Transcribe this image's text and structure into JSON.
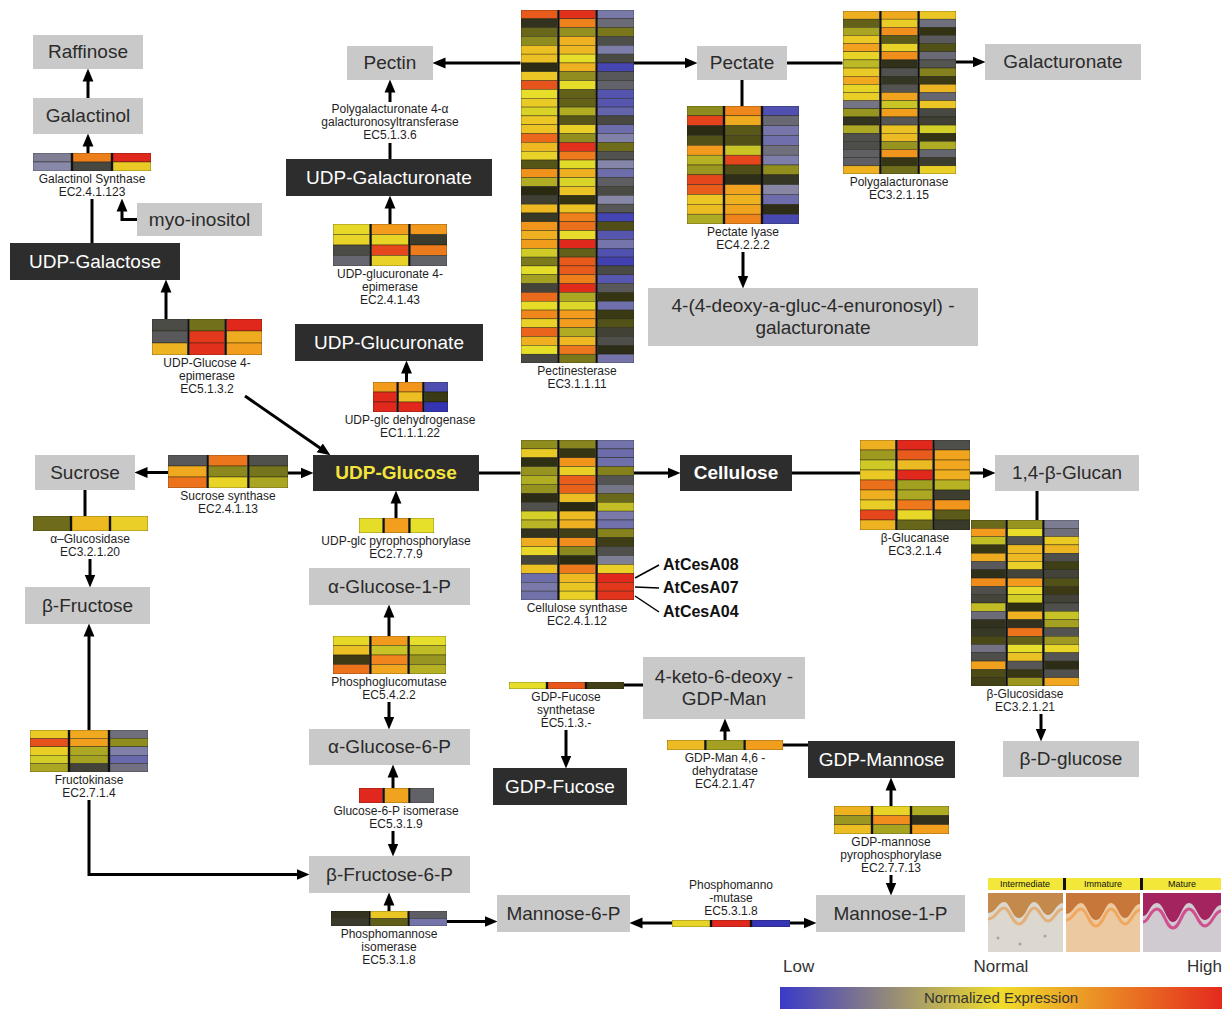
{
  "diagram": {
    "nodes": [
      {
        "text": [
          "Raffinose"
        ]
      },
      {
        "text": [
          "Galactinol"
        ]
      },
      {
        "text": [
          "Galactinol Synthase",
          "EC2.4.1.123"
        ]
      },
      {
        "text": [
          "myo-inositol"
        ]
      },
      {
        "text": [
          "UDP-Galactose"
        ]
      },
      {
        "text": [
          "Pectin"
        ]
      },
      {
        "text": [
          "UDP-Galacturonate"
        ]
      },
      {
        "text": [
          "UDP-glucuronate 4-epimerase",
          "EC2.4.1.43"
        ]
      },
      {
        "text": [
          "UDP-Glucuronate"
        ]
      },
      {
        "text": [
          "UDP-Glucose 4-epimerase",
          "EC5.1.3.2"
        ]
      },
      {
        "text": [
          "UDP-glc dehydrogenase",
          "EC1.1.1.22"
        ]
      },
      {
        "text": [
          "Pectinesterase",
          "EC3.1.1.11"
        ]
      },
      {
        "text": [
          "Pectate"
        ]
      },
      {
        "text": [
          "Pectate lyase",
          "EC4.2.2.2"
        ]
      },
      {
        "text": [
          "Polygalacturonase",
          "EC3.2.1.15"
        ]
      },
      {
        "text": [
          "Galacturonate"
        ]
      },
      {
        "text": [
          "4-(4-deoxy-a-gluc-4-enuronosyl) -galacturonate"
        ]
      },
      {
        "text": [
          "Sucrose"
        ]
      },
      {
        "text": [
          "Sucrose synthase",
          "EC2.4.1.13"
        ]
      },
      {
        "text": [
          "UDP-Glucose"
        ]
      },
      {
        "text": [
          "Cellulose synthase",
          "EC2.4.1.12"
        ]
      },
      {
        "text": [
          "Cellulose"
        ]
      },
      {
        "text": [
          "β-Glucanase",
          "EC3.2.1.4"
        ]
      },
      {
        "text": [
          "1,4-β-Glucan"
        ]
      },
      {
        "text": [
          "α–Glucosidase",
          "EC3.2.1.20"
        ]
      },
      {
        "text": [
          "UDP-glc pyrophosphorylase",
          "EC2.7.7.9"
        ]
      },
      {
        "text": [
          "β-Fructose"
        ]
      },
      {
        "text": [
          "α-Glucose-1-P"
        ]
      },
      {
        "text": [
          "β-Glucosidase",
          "EC3.2.1.21"
        ]
      },
      {
        "text": [
          "Phosphoglucomutase",
          "EC5.4.2.2"
        ]
      },
      {
        "text": [
          "4-keto-6-deoxy -GDP-Man"
        ]
      },
      {
        "text": [
          "GDP-Fucose synthetase",
          "EC5.1.3.-"
        ]
      },
      {
        "text": [
          "GDP-Man 4,6 -dehydratase",
          "EC4.2.1.47"
        ]
      },
      {
        "text": [
          "GDP-Mannose"
        ]
      },
      {
        "text": [
          "β-D-glucose"
        ]
      },
      {
        "text": [
          "Fructokinase",
          "EC2.7.1.4"
        ]
      },
      {
        "text": [
          "α-Glucose-6-P"
        ]
      },
      {
        "text": [
          "GDP-Fucose"
        ]
      },
      {
        "text": [
          "Glucose-6-P isomerase",
          "EC5.3.1.9"
        ]
      },
      {
        "text": [
          "GDP-mannose pyrophosphorylase",
          "EC2.7.7.13"
        ]
      },
      {
        "text": [
          "β-Fructose-6-P"
        ]
      },
      {
        "text": [
          "Phosphomanno -mutase",
          "EC5.3.1.8"
        ]
      },
      {
        "text": [
          "Mannose-6-P"
        ]
      },
      {
        "text": [
          "Mannose-1-P"
        ]
      },
      {
        "text": [
          "Phosphomannose isomerase",
          "EC5.3.1.8"
        ]
      }
    ],
    "edges": [
      {
        "from": 1,
        "to": 0,
        "arrow": "to"
      },
      {
        "from": 2,
        "to": 1,
        "arrow": "to"
      },
      {
        "from": 4,
        "to": 2,
        "arrow": "none"
      },
      {
        "from": 3,
        "to": 2,
        "arrow": "to"
      },
      {
        "from": 9,
        "to": 4,
        "arrow": "to"
      },
      {
        "from": 9,
        "to": 19,
        "arrow": "to"
      },
      {
        "from": 6,
        "to": 5,
        "label": "Polygalacturonate 4-α galacturonosyltransferase EC5.1.3.6",
        "arrow": "to"
      },
      {
        "from": 7,
        "to": 6,
        "arrow": "to"
      },
      {
        "from": 10,
        "to": 8,
        "arrow": "to"
      },
      {
        "from": 11,
        "to": 5,
        "arrow": "to"
      },
      {
        "from": 11,
        "to": 12,
        "arrow": "to"
      },
      {
        "from": 12,
        "to": 14,
        "arrow": "none"
      },
      {
        "from": 14,
        "to": 15,
        "arrow": "to"
      },
      {
        "from": 12,
        "to": 13,
        "arrow": "none"
      },
      {
        "from": 13,
        "to": 16,
        "arrow": "to"
      },
      {
        "from": 18,
        "to": 17,
        "arrow": "to"
      },
      {
        "from": 18,
        "to": 19,
        "arrow": "to"
      },
      {
        "from": 17,
        "to": 24,
        "arrow": "none"
      },
      {
        "from": 24,
        "to": 26,
        "arrow": "to"
      },
      {
        "from": 25,
        "to": 19,
        "arrow": "to"
      },
      {
        "from": 19,
        "to": 20,
        "arrow": "none"
      },
      {
        "from": 20,
        "to": 21,
        "arrow": "to"
      },
      {
        "from": 21,
        "to": 22,
        "arrow": "none"
      },
      {
        "from": 22,
        "to": 23,
        "arrow": "to"
      },
      {
        "from": 23,
        "to": 28,
        "arrow": "none"
      },
      {
        "from": 28,
        "to": 34,
        "arrow": "to"
      },
      {
        "from": 29,
        "to": 27,
        "arrow": "to"
      },
      {
        "from": 29,
        "to": 36,
        "arrow": "to"
      },
      {
        "from": 35,
        "to": 26,
        "arrow": "to"
      },
      {
        "from": 35,
        "to": 40,
        "arrow": "to"
      },
      {
        "from": 38,
        "to": 36,
        "arrow": "to"
      },
      {
        "from": 38,
        "to": 40,
        "arrow": "to"
      },
      {
        "from": 44,
        "to": 40,
        "arrow": "to"
      },
      {
        "from": 44,
        "to": 42,
        "arrow": "to"
      },
      {
        "from": 41,
        "to": 42,
        "arrow": "to"
      },
      {
        "from": 41,
        "to": 43,
        "arrow": "to"
      },
      {
        "from": 39,
        "to": 33,
        "arrow": "to"
      },
      {
        "from": 39,
        "to": 43,
        "arrow": "to"
      },
      {
        "from": 33,
        "to": 32,
        "arrow": "none"
      },
      {
        "from": 32,
        "to": 30,
        "arrow": "to"
      },
      {
        "from": 30,
        "to": 31,
        "arrow": "none"
      },
      {
        "from": 31,
        "to": 37,
        "arrow": "to"
      }
    ],
    "labels": [
      "AtCesA08",
      "AtCesA07",
      "AtCesA04",
      "Intermediate",
      "Immature",
      "Mature",
      "Normalized Expression"
    ],
    "legend": [
      {
        "text": "Low",
        "color": "#3a3ac8"
      },
      {
        "text": "Normal",
        "color": "#f0dc2a"
      },
      {
        "text": "High",
        "color": "#e42a1e"
      }
    ]
  }
}
